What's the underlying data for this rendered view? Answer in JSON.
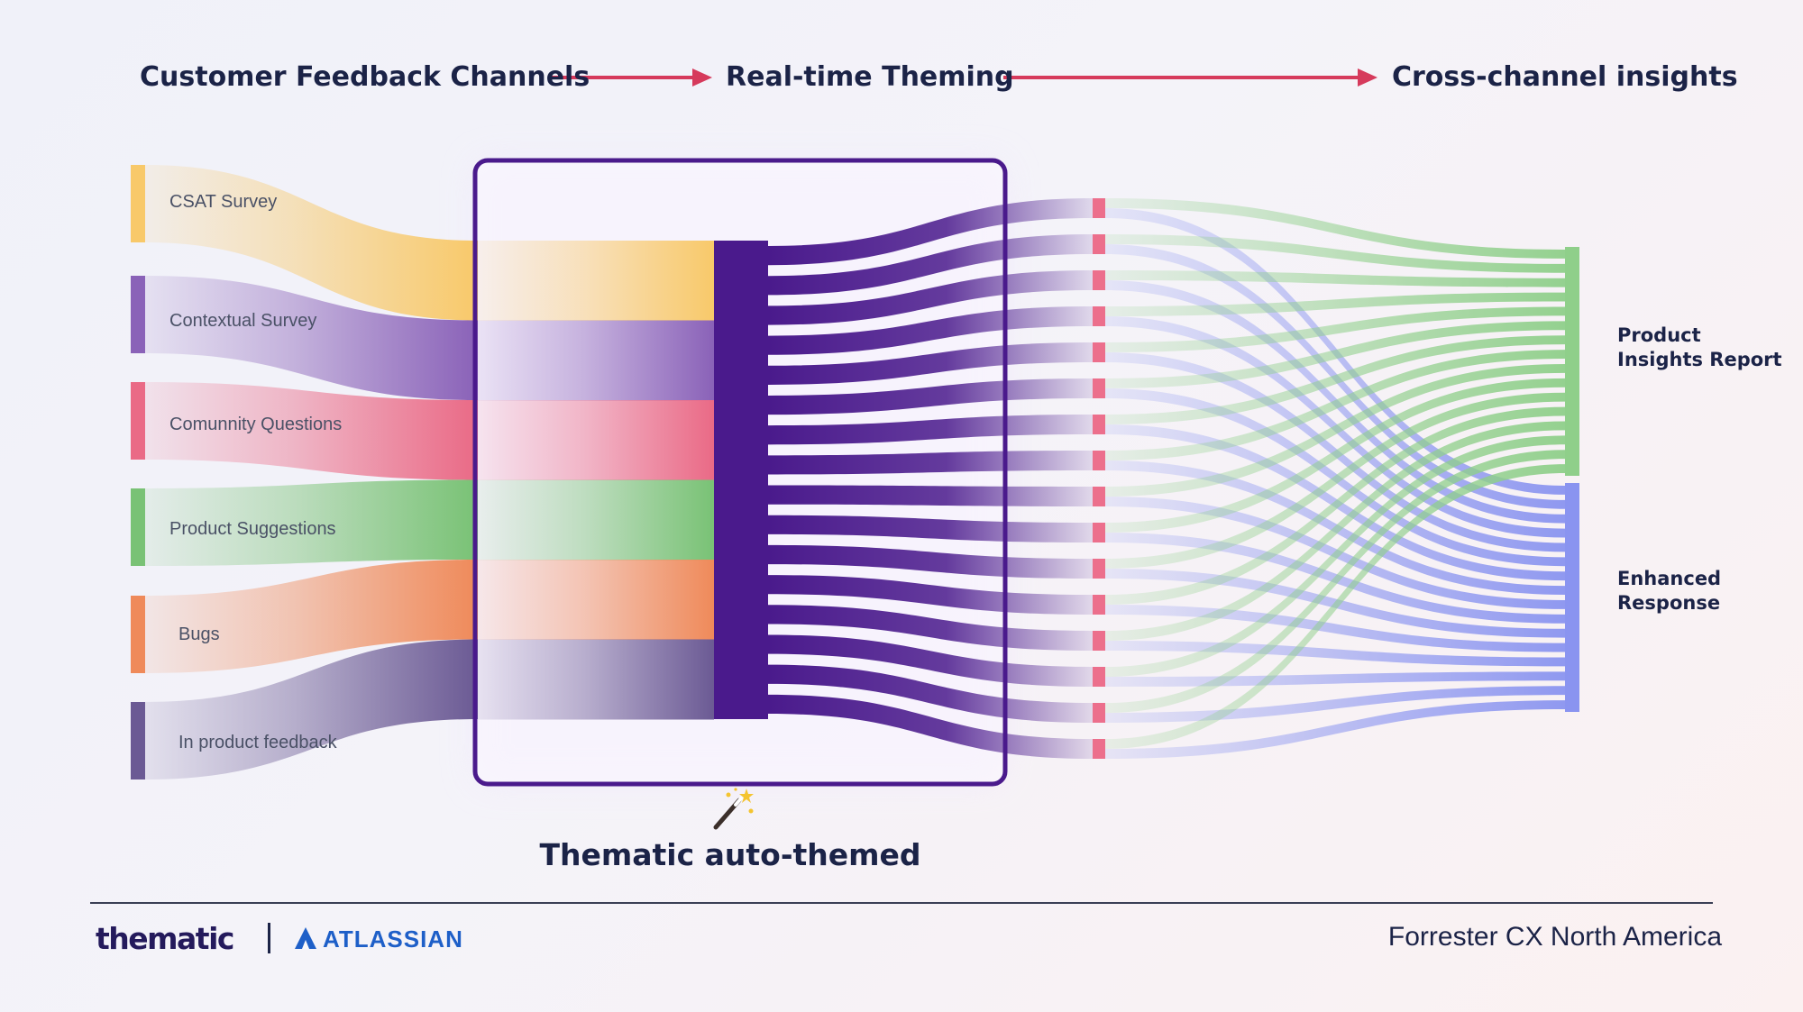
{
  "stages": {
    "channels": "Customer Feedback Channels",
    "theming": "Real-time Theming",
    "insights": "Cross-channel insights"
  },
  "sources": [
    {
      "label": "CSAT Survey",
      "color": "#f8c96a"
    },
    {
      "label": "Contextual Survey",
      "color": "#8a62b8"
    },
    {
      "label": "Comunnity Questions",
      "color": "#ea6a86"
    },
    {
      "label": "Product Suggestions",
      "color": "#79c275"
    },
    {
      "label": "Bugs",
      "color": "#ef8a5a"
    },
    {
      "label": "In product feedback",
      "color": "#6b5a94"
    }
  ],
  "theming_box": {
    "caption": "Thematic auto-themed",
    "icon": "magic-wand-icon",
    "color": "#4a1a8c"
  },
  "themes": {
    "count": 16,
    "marker_color": "#ec6f8c"
  },
  "targets": [
    {
      "label": "Product Insights Report",
      "color": "#8fcf8a"
    },
    {
      "label": "Enhanced Response",
      "color": "#8a94f0"
    }
  ],
  "colors": {
    "arrow": "#d63a5c",
    "theme_flow": "#4a1a8c"
  },
  "footer": {
    "brand": "thematic",
    "partner": "ATLASSIAN",
    "event": "Forrester CX North America"
  }
}
